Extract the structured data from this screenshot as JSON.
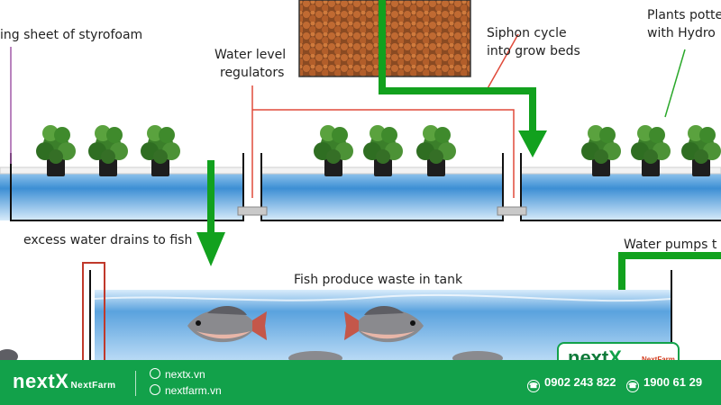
{
  "diagram": {
    "labels": {
      "styrofoam": "ing sheet of styrofoam",
      "water_level": "Water level",
      "regulators": "regulators",
      "siphon_1": "Siphon cycle",
      "siphon_2": "into grow beds",
      "plants_1": "Plants potte",
      "plants_2": "with Hydro",
      "excess": "excess water drains to fish",
      "fish_waste": "Fish produce waste in tank",
      "pumps": "Water pumps t"
    }
  },
  "logo": {
    "word": "next",
    "x": "X",
    "sub": "NextFarm"
  },
  "footer": {
    "brand_word": "next",
    "brand_x": "X",
    "brand_sub": "NextFarm",
    "site_1": "nextx.vn",
    "site_2": "nextfarm.vn",
    "phone_1": "0902 243 822",
    "phone_2": "1900 61 29"
  },
  "colors": {
    "accent_green": "#12a14a",
    "arrow_green": "#12a11e",
    "water_blue": "#3d8fd4",
    "clay": "#b5622b",
    "pointer_red": "#e04a3a"
  }
}
